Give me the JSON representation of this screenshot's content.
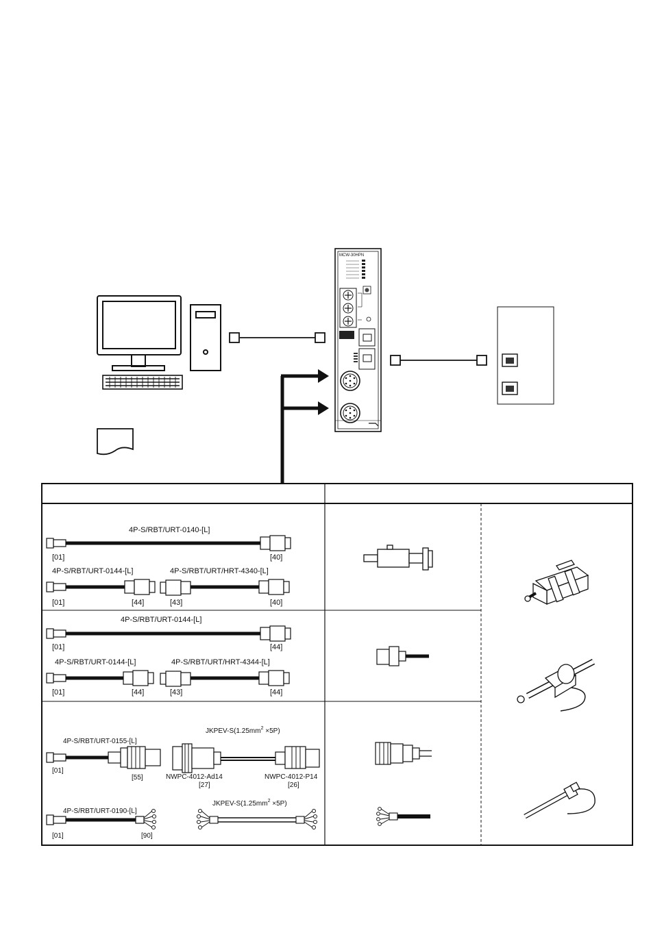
{
  "controller": {
    "model_label": "MCW-30HPN"
  },
  "cable_rows": [
    {
      "cables": [
        {
          "name": "4P-S/RBT/URT-0140-[L]",
          "left_code": "[01]",
          "right_code": "[40]"
        },
        {
          "name": "4P-S/RBT/URT-0144-[L]",
          "left_code": "[01]",
          "right_code": "[44]"
        },
        {
          "name": "4P-S/RBT/URT/HRT-4340-[L]",
          "left_code": "[43]",
          "right_code": "[40]"
        }
      ]
    },
    {
      "cables": [
        {
          "name": "4P-S/RBT/URT-0144-[L]",
          "left_code": "[01]",
          "right_code": "[44]"
        },
        {
          "name": "4P-S/RBT/URT-0144-[L]",
          "left_code": "[01]",
          "right_code": "[44]"
        },
        {
          "name": "4P-S/RBT/URT/HRT-4344-[L]",
          "left_code": "[43]",
          "right_code": "[44]"
        }
      ]
    },
    {
      "cables": [
        {
          "name": "4P-S/RBT/URT-0155-[L]",
          "left_code": "[01]",
          "right_code": "[55]"
        },
        {
          "name": "JKPEV-S(1.25mm",
          "sup": "2",
          "name_suffix": " ×5P)"
        },
        {
          "name": "4P-S/RBT/URT-0190-[L]",
          "left_code": "[01]",
          "right_code": "[90]"
        },
        {
          "name": "JKPEV-S(1.25mm",
          "sup": "2",
          "name_suffix": " ×5P)"
        }
      ],
      "extension": {
        "left_part": "NWPC-4012-Ad14",
        "left_code": "[27]",
        "right_part": "NWPC-4012-P14",
        "right_code": "[26]"
      }
    }
  ],
  "colors": {
    "line": "#111111",
    "fill": "#ffffff",
    "dark": "#1a1a1a"
  }
}
